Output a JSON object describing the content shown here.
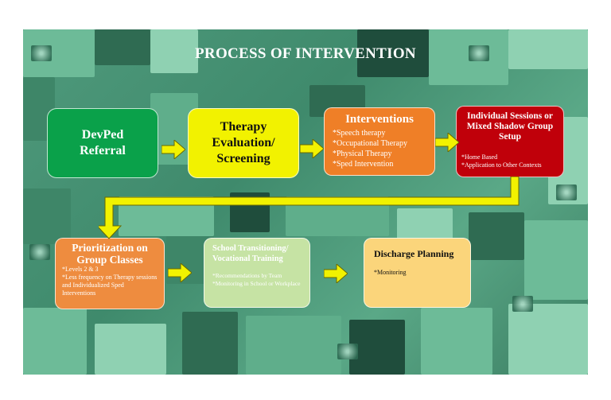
{
  "title": "PROCESS OF INTERVENTION",
  "colors": {
    "green": "#0aa14a",
    "yellow": "#f2f200",
    "orange": "#ef7f27",
    "red": "#c0000a",
    "light_orange": "#ee8c3f",
    "light_green": "#c6e3a4",
    "light_yellow": "#fbd57b",
    "arrow": "#f2f200"
  },
  "steps": [
    {
      "heading": "DevPed Referral",
      "items": []
    },
    {
      "heading": "Therapy Evaluation/ Screening",
      "items": []
    },
    {
      "heading": "Interventions",
      "items": [
        "*Speech therapy",
        "*Occupational Therapy",
        "*Physical Therapy",
        "*Sped Intervention"
      ]
    },
    {
      "heading": "Individual Sessions or Mixed Shadow Group Setup",
      "items": [
        "*Home Based",
        "*Application to Other Contexts"
      ]
    },
    {
      "heading": "Prioritization on Group Classes",
      "items": [
        "*Levels 2 & 3",
        "*Less frequency on Therapy sessions and Individualized Sped Interventions"
      ]
    },
    {
      "heading": "School Transitioning/ Vocational Training",
      "items": [
        "*Recommendations by Team",
        "*Monitoring in School or Workplace"
      ]
    },
    {
      "heading": "Discharge Planning",
      "items": [
        "*Monitoring"
      ]
    }
  ]
}
